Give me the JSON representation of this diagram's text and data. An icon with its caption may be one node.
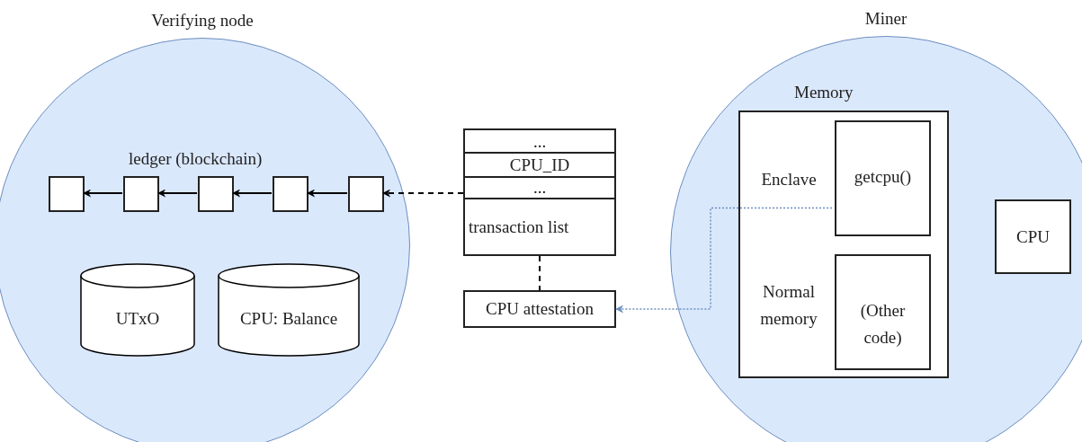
{
  "diagram": {
    "nodes": [
      {
        "text": [
          "Verifying node"
        ]
      },
      {
        "text": [],
        "shape": "box",
        "in": 0
      },
      {
        "text": [],
        "shape": "box",
        "in": 0
      },
      {
        "text": [],
        "shape": "box",
        "in": 0
      },
      {
        "text": [],
        "shape": "box",
        "in": 0
      },
      {
        "text": [],
        "shape": "box",
        "in": 0
      },
      {
        "text": [
          "UTxO"
        ],
        "in": 0
      },
      {
        "text": [
          "CPU: Balance"
        ],
        "in": 0
      },
      {
        "text": [
          "...",
          "CPU_ID",
          "...",
          "transaction list"
        ]
      },
      {
        "text": [
          "CPU attestation"
        ]
      },
      {
        "text": [
          "Miner"
        ]
      },
      {
        "text": [
          "Memory",
          "Enclave",
          "Normal memory"
        ],
        "in": 10
      },
      {
        "text": [
          "getcpu()"
        ],
        "in": 11
      },
      {
        "text": [
          "(Other code)"
        ],
        "in": 11
      },
      {
        "text": [
          "CPU"
        ],
        "in": 10
      }
    ],
    "edges": [
      {
        "from": 2,
        "to": 1,
        "arrow": "to"
      },
      {
        "from": 3,
        "to": 2,
        "arrow": "to"
      },
      {
        "from": 4,
        "to": 3,
        "arrow": "to"
      },
      {
        "from": 5,
        "to": 4,
        "arrow": "to"
      },
      {
        "from": 8,
        "to": 5,
        "arrow": "to",
        "style": "dashed"
      },
      {
        "from": 8,
        "to": 9,
        "arrow": "none",
        "style": "dashed"
      },
      {
        "from": 12,
        "to": 9,
        "arrow": "to",
        "style": "dashed",
        "color": "#6c8ebf"
      }
    ],
    "labels": [
      "ledger (blockchain)"
    ]
  }
}
